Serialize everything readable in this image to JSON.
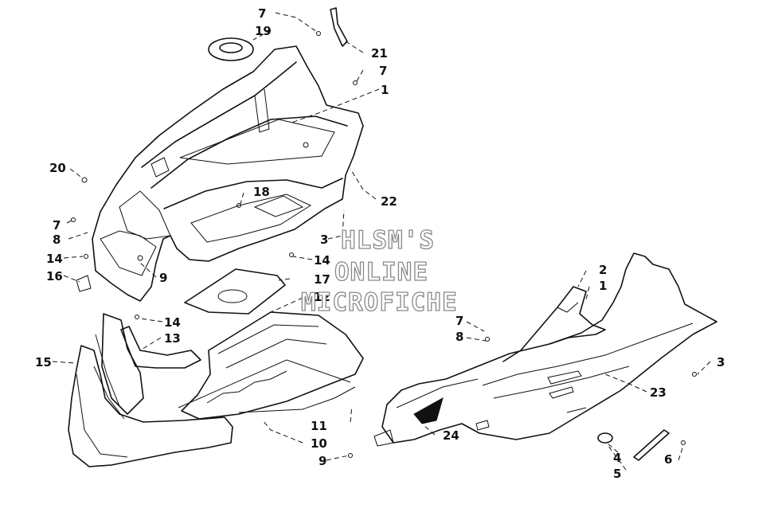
{
  "callouts": [
    "7",
    "19",
    "21",
    "7",
    "1",
    "20",
    "18",
    "22",
    "7",
    "8",
    "3",
    "14",
    "14",
    "9",
    "16",
    "17",
    "12",
    "14",
    "13",
    "15",
    "11",
    "10",
    "2",
    "1",
    "7",
    "8",
    "3",
    "23",
    "24",
    "9",
    "4",
    "5",
    "6"
  ],
  "watermark": {
    "line1": "HLSM'S",
    "line2": "ONLINE",
    "line3": "MICROFICHE"
  }
}
